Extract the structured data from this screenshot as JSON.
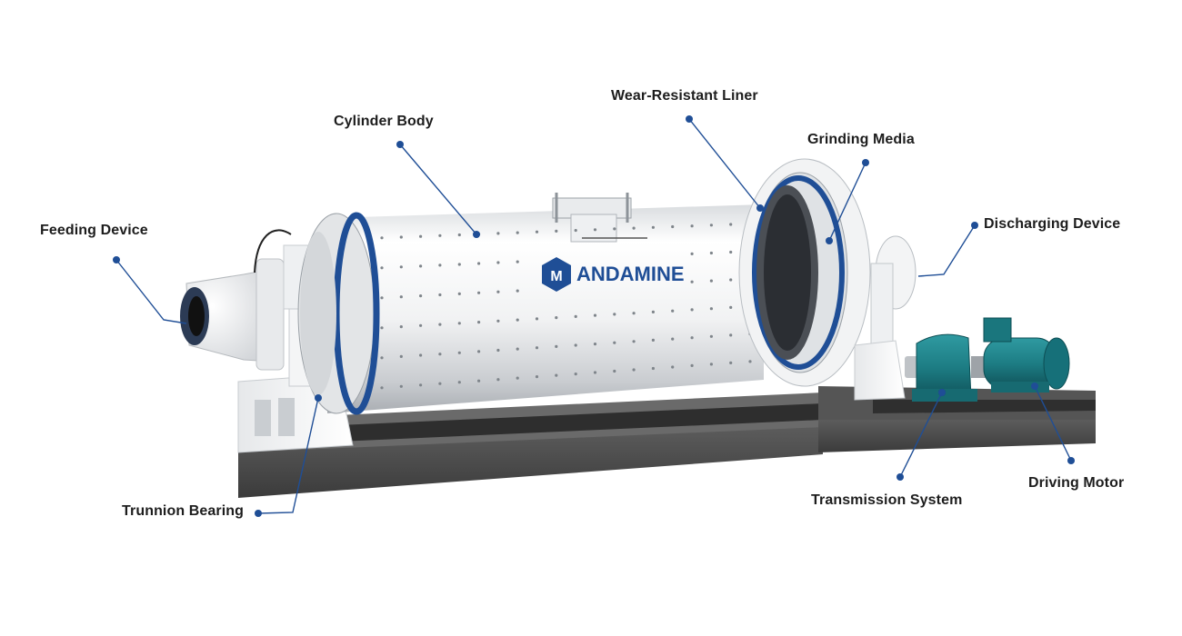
{
  "brand": {
    "name": "ANDAMINE",
    "logo_letter": "M"
  },
  "colors": {
    "accent_blue": "#1f4e96",
    "leader_line": "#1f4e96",
    "motor_teal": "#1e7f86",
    "base_dark": "#4a4a4a",
    "drum_white": "#f2f3f4"
  },
  "callouts": [
    {
      "id": "feeding-device",
      "text": "Feeding Device"
    },
    {
      "id": "cylinder-body",
      "text": "Cylinder Body"
    },
    {
      "id": "wear-resistant-liner",
      "text": "Wear-Resistant Liner"
    },
    {
      "id": "grinding-media",
      "text": "Grinding Media"
    },
    {
      "id": "discharging-device",
      "text": "Discharging Device"
    },
    {
      "id": "trunnion-bearing",
      "text": "Trunnion Bearing"
    },
    {
      "id": "transmission-system",
      "text": "Transmission System"
    },
    {
      "id": "driving-motor",
      "text": "Driving Motor"
    }
  ]
}
